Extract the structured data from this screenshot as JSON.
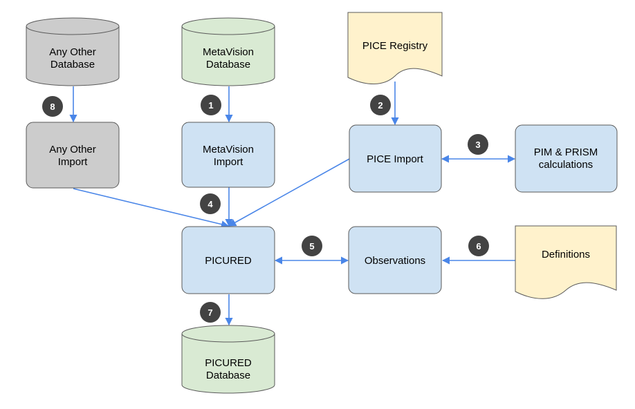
{
  "colors": {
    "gray_fill": "#cccccc",
    "green_fill": "#d9ead3",
    "blue_fill": "#cfe2f3",
    "yellow_fill": "#fff2cc",
    "stroke": "#595959",
    "edge": "#4a86e8",
    "badge": "#434343",
    "badge_text": "#ffffff"
  },
  "nodes": {
    "any_other_db": {
      "line1": "Any Other",
      "line2": "Database"
    },
    "metavision_db": {
      "line1": "MetaVision",
      "line2": "Database"
    },
    "pice_registry": {
      "line1": "PICE Registry"
    },
    "any_other_import": {
      "line1": "Any Other",
      "line2": "Import"
    },
    "metavision_import": {
      "line1": "MetaVision",
      "line2": "Import"
    },
    "pice_import": {
      "line1": "PICE Import"
    },
    "pim_prism": {
      "line1": "PIM & PRISM",
      "line2": "calculations"
    },
    "picured": {
      "line1": "PICURED"
    },
    "observations": {
      "line1": "Observations"
    },
    "definitions": {
      "line1": "Definitions"
    },
    "picured_db": {
      "line1": "PICURED",
      "line2": "Database"
    }
  },
  "steps": {
    "s1": "1",
    "s2": "2",
    "s3": "3",
    "s4": "4",
    "s5": "5",
    "s6": "6",
    "s7": "7",
    "s8": "8"
  }
}
